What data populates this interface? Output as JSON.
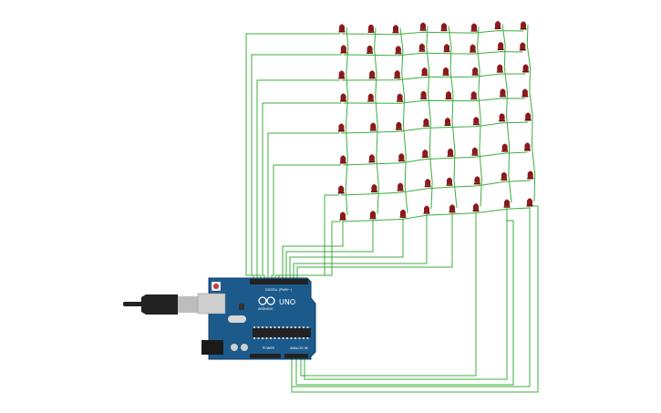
{
  "board": {
    "brand": "ARDUINO",
    "model": "UNO",
    "header_label": "DIGITAL (PWM~)",
    "power_label": "POWER",
    "analog_label": "ANALOG IN",
    "color_board": "#1d5a8c",
    "color_header": "#222222"
  },
  "led_matrix": {
    "rows": 8,
    "cols": 8,
    "led_color": "#8b1a1a",
    "wire_color": "#3cae3c"
  },
  "usb_cable": {
    "color": "#222222"
  },
  "icons": [
    "led-icon",
    "usb-plug-icon",
    "arduino-logo-icon",
    "reset-button-icon"
  ]
}
